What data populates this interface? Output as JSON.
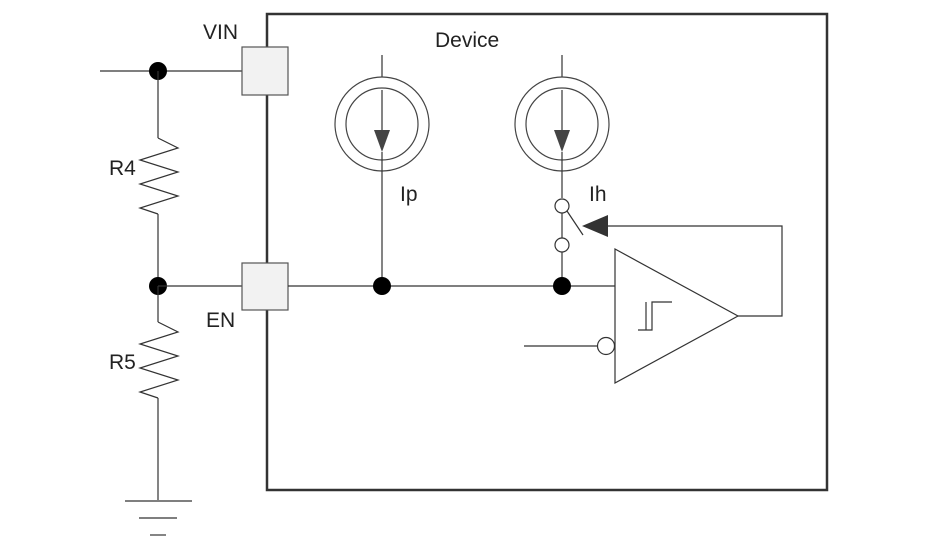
{
  "labels": {
    "vin": "VIN",
    "en": "EN",
    "r4": "R4",
    "r5": "R5",
    "device": "Device",
    "ip": "Ip",
    "ih": "Ih"
  }
}
